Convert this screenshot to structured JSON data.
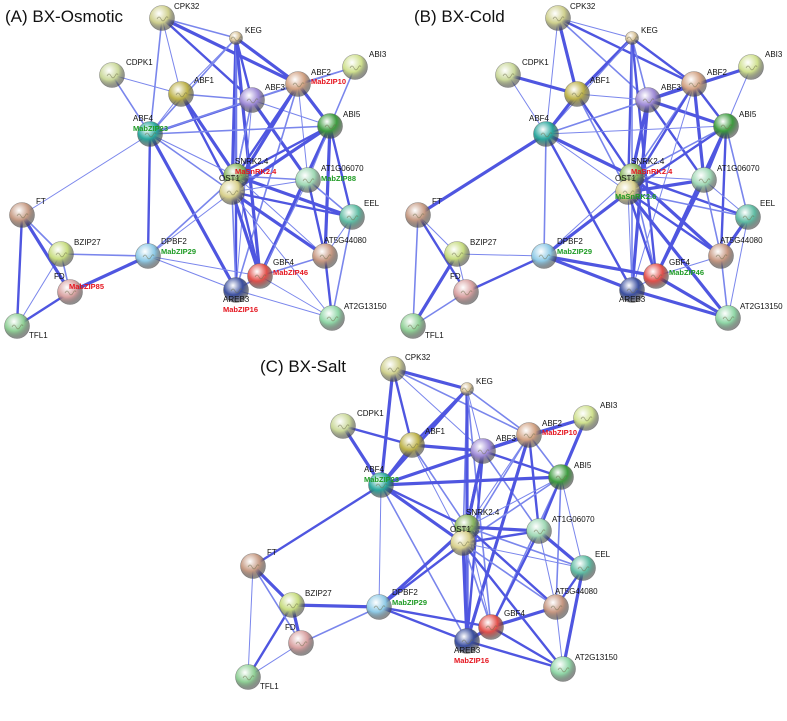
{
  "panels": [
    {
      "title": "(A) BX-Osmotic",
      "annotations": {
        "ABF2": {
          "text": "MabZIP10",
          "color": "red"
        },
        "ABF4": {
          "text": "MabZIP23",
          "color": "green"
        },
        "SNRK2.4": {
          "text": "MaSnRK2.4",
          "color": "red"
        },
        "AT1G06070": {
          "text": "MabZIP88",
          "color": "green"
        },
        "DPBF2": {
          "text": "MabZIP29",
          "color": "green"
        },
        "GBF4": {
          "text": "MabZIP46",
          "color": "red"
        },
        "AREB3": {
          "text": "MabZIP16",
          "color": "red"
        },
        "FD": {
          "text": "MabZIP85",
          "color": "red"
        }
      }
    },
    {
      "title": "(B) BX-Cold",
      "annotations": {
        "SNRK2.4": {
          "text": "MaSnRK2.4",
          "color": "red"
        },
        "OST1": {
          "text": "MaSnRK2.6",
          "color": "green"
        },
        "DPBF2": {
          "text": "MabZIP29",
          "color": "green"
        },
        "GBF4": {
          "text": "MabZIP46",
          "color": "green"
        }
      }
    },
    {
      "title": "(C) BX-Salt",
      "annotations": {
        "ABF2": {
          "text": "MabZIP10",
          "color": "red"
        },
        "ABF4": {
          "text": "MabZIP23",
          "color": "green"
        },
        "DPBF2": {
          "text": "MabZIP29",
          "color": "green"
        },
        "AREB3": {
          "text": "MabZIP16",
          "color": "red"
        }
      }
    }
  ],
  "nodes": [
    {
      "id": "CPK32",
      "label": "CPK32",
      "color": "#cfd08e"
    },
    {
      "id": "KEG",
      "label": "KEG",
      "color": "#d9c49a"
    },
    {
      "id": "CDPK1",
      "label": "CDPK1",
      "color": "#cad89a"
    },
    {
      "id": "ABF1",
      "label": "ABF1",
      "color": "#bdb24a"
    },
    {
      "id": "ABF3",
      "label": "ABF3",
      "color": "#9e8ad6"
    },
    {
      "id": "ABF2",
      "label": "ABF2",
      "color": "#d2a283"
    },
    {
      "id": "ABI3",
      "label": "ABI3",
      "color": "#cfe08e"
    },
    {
      "id": "ABI5",
      "label": "ABI5",
      "color": "#3d9c3f"
    },
    {
      "id": "ABF4",
      "label": "ABF4",
      "color": "#2aa79d"
    },
    {
      "id": "SNRK2.4",
      "label": "SNRK2.4",
      "color": "#86b45c"
    },
    {
      "id": "OST1",
      "label": "OST1",
      "color": "#d8d08c"
    },
    {
      "id": "AT1G06070",
      "label": "AT1G06070",
      "color": "#9fd8b4"
    },
    {
      "id": "EEL",
      "label": "EEL",
      "color": "#5fbca3"
    },
    {
      "id": "FT",
      "label": "FT",
      "color": "#c69b84"
    },
    {
      "id": "BZIP27",
      "label": "BZIP27",
      "color": "#c7dc80"
    },
    {
      "id": "DPBF2",
      "label": "DPBF2",
      "color": "#8ecae6"
    },
    {
      "id": "AT5G44080",
      "label": "AT5G44080",
      "color": "#c79882"
    },
    {
      "id": "GBF4",
      "label": "GBF4",
      "color": "#e24f4a"
    },
    {
      "id": "FD",
      "label": "FD",
      "color": "#d8a1a1"
    },
    {
      "id": "AREB3",
      "label": "AREB3",
      "color": "#3b4fa0"
    },
    {
      "id": "AT2G13150",
      "label": "AT2G13150",
      "color": "#8fd6a6"
    },
    {
      "id": "TFL1",
      "label": "TFL1",
      "color": "#8fcf95"
    }
  ],
  "edges": [
    [
      "CPK32",
      "KEG"
    ],
    [
      "CPK32",
      "ABF1"
    ],
    [
      "CPK32",
      "ABF4"
    ],
    [
      "CPK32",
      "ABF3"
    ],
    [
      "CPK32",
      "ABF2"
    ],
    [
      "KEG",
      "ABF1"
    ],
    [
      "KEG",
      "ABF3"
    ],
    [
      "KEG",
      "ABF2"
    ],
    [
      "KEG",
      "ABF4"
    ],
    [
      "KEG",
      "SNRK2.4"
    ],
    [
      "KEG",
      "OST1"
    ],
    [
      "KEG",
      "AREB3"
    ],
    [
      "KEG",
      "GBF4"
    ],
    [
      "CDPK1",
      "ABF4"
    ],
    [
      "CDPK1",
      "ABF1"
    ],
    [
      "ABF1",
      "ABF4"
    ],
    [
      "ABF1",
      "SNRK2.4"
    ],
    [
      "ABF1",
      "OST1"
    ],
    [
      "ABF1",
      "ABF3"
    ],
    [
      "ABF3",
      "ABF2"
    ],
    [
      "ABF3",
      "ABF4"
    ],
    [
      "ABF3",
      "SNRK2.4"
    ],
    [
      "ABF3",
      "OST1"
    ],
    [
      "ABF3",
      "ABI5"
    ],
    [
      "ABF3",
      "AREB3"
    ],
    [
      "ABF3",
      "AT1G06070"
    ],
    [
      "ABF2",
      "ABI3"
    ],
    [
      "ABF2",
      "ABI5"
    ],
    [
      "ABF2",
      "SNRK2.4"
    ],
    [
      "ABF2",
      "OST1"
    ],
    [
      "ABF2",
      "ABF4"
    ],
    [
      "ABF2",
      "AT1G06070"
    ],
    [
      "ABF2",
      "AREB3"
    ],
    [
      "ABI3",
      "ABI5"
    ],
    [
      "ABI3",
      "ABF3"
    ],
    [
      "ABI5",
      "ABF4"
    ],
    [
      "ABI5",
      "SNRK2.4"
    ],
    [
      "ABI5",
      "OST1"
    ],
    [
      "ABI5",
      "EEL"
    ],
    [
      "ABI5",
      "AT5G44080"
    ],
    [
      "ABI5",
      "GBF4"
    ],
    [
      "ABI5",
      "AT1G06070"
    ],
    [
      "ABF4",
      "SNRK2.4"
    ],
    [
      "ABF4",
      "OST1"
    ],
    [
      "ABF4",
      "DPBF2"
    ],
    [
      "ABF4",
      "FT"
    ],
    [
      "ABF4",
      "AREB3"
    ],
    [
      "SNRK2.4",
      "OST1"
    ],
    [
      "SNRK2.4",
      "AT1G06070"
    ],
    [
      "SNRK2.4",
      "EEL"
    ],
    [
      "SNRK2.4",
      "AT5G44080"
    ],
    [
      "SNRK2.4",
      "GBF4"
    ],
    [
      "SNRK2.4",
      "AREB3"
    ],
    [
      "SNRK2.4",
      "DPBF2"
    ],
    [
      "OST1",
      "AT1G06070"
    ],
    [
      "OST1",
      "EEL"
    ],
    [
      "OST1",
      "AT5G44080"
    ],
    [
      "OST1",
      "GBF4"
    ],
    [
      "OST1",
      "AREB3"
    ],
    [
      "OST1",
      "DPBF2"
    ],
    [
      "OST1",
      "AT2G13150"
    ],
    [
      "AT1G06070",
      "EEL"
    ],
    [
      "AT1G06070",
      "AT5G44080"
    ],
    [
      "AT1G06070",
      "GBF4"
    ],
    [
      "EEL",
      "AT2G13150"
    ],
    [
      "EEL",
      "AT5G44080"
    ],
    [
      "AT5G44080",
      "AT2G13150"
    ],
    [
      "AT5G44080",
      "GBF4"
    ],
    [
      "GBF4",
      "AREB3"
    ],
    [
      "GBF4",
      "DPBF2"
    ],
    [
      "GBF4",
      "AT2G13150"
    ],
    [
      "AREB3",
      "DPBF2"
    ],
    [
      "AREB3",
      "AT2G13150"
    ],
    [
      "DPBF2",
      "BZIP27"
    ],
    [
      "DPBF2",
      "FD"
    ],
    [
      "BZIP27",
      "FT"
    ],
    [
      "BZIP27",
      "FD"
    ],
    [
      "BZIP27",
      "TFL1"
    ],
    [
      "FT",
      "FD"
    ],
    [
      "FT",
      "TFL1"
    ],
    [
      "FD",
      "TFL1"
    ]
  ]
}
